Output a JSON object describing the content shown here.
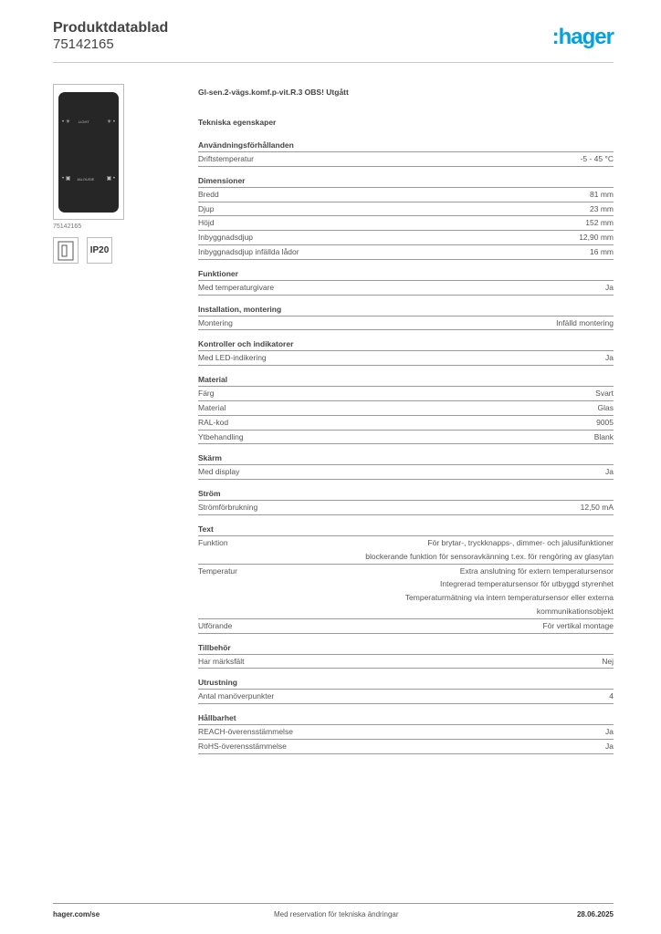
{
  "header": {
    "title": "Produktdatablad",
    "product_number": "75142165",
    "logo": "hager",
    "logo_color": "#00a3e0"
  },
  "image": {
    "caption": "75142165",
    "device_labels": [
      "LIGHT",
      "JALOUSIE"
    ],
    "icons": [
      {
        "name": "flush-mount-icon"
      },
      {
        "name": "ip-rating-icon",
        "label": "IP20"
      }
    ]
  },
  "product_name": "Gl-sen.2-vägs.komf.p-vit.R.3 OBS! Utgått",
  "tech_heading": "Tekniska egenskaper",
  "sections": [
    {
      "title": "Användningsförhållanden",
      "rows": [
        [
          "Driftstemperatur",
          "-5 - 45 °C"
        ]
      ]
    },
    {
      "title": "Dimensioner",
      "rows": [
        [
          "Bredd",
          "81 mm"
        ],
        [
          "Djup",
          "23 mm"
        ],
        [
          "Höjd",
          "152 mm"
        ],
        [
          "Inbyggnadsdjup",
          "12,90 mm"
        ],
        [
          "Inbyggnadsdjup infällda lådor",
          "16 mm"
        ]
      ]
    },
    {
      "title": "Funktioner",
      "rows": [
        [
          "Med temperaturgivare",
          "Ja"
        ]
      ]
    },
    {
      "title": "Installation, montering",
      "rows": [
        [
          "Montering",
          "Infälld montering"
        ]
      ]
    },
    {
      "title": "Kontroller och indikatorer",
      "rows": [
        [
          "Med LED-indikering",
          "Ja"
        ]
      ]
    },
    {
      "title": "Material",
      "rows": [
        [
          "Färg",
          "Svart"
        ],
        [
          "Material",
          "Glas"
        ],
        [
          "RAL-kod",
          "9005"
        ],
        [
          "Ytbehandling",
          "Blank"
        ]
      ]
    },
    {
      "title": "Skärm",
      "rows": [
        [
          "Med display",
          "Ja"
        ]
      ]
    },
    {
      "title": "Ström",
      "rows": [
        [
          "Strömförbrukning",
          "12,50 mA"
        ]
      ]
    },
    {
      "title": "Text",
      "rows": [
        [
          "Funktion",
          "För brytar-, tryckknapps-, dimmer- och jalusifunktioner\nblockerande funktion för sensoravkänning t.ex. för rengöring av glasytan"
        ],
        [
          "Temperatur",
          "Extra anslutning för extern temperatursensor\nIntegrerad temperatursensor för  utbyggd styrenhet\nTemperaturmätning via intern temperatursensor eller externa\nkommunikationsobjekt"
        ],
        [
          "Utförande",
          "För vertikal montage"
        ]
      ]
    },
    {
      "title": "Tillbehör",
      "rows": [
        [
          "Har märksfält",
          "Nej"
        ]
      ]
    },
    {
      "title": "Utrustning",
      "rows": [
        [
          "Antal manöverpunkter",
          "4"
        ]
      ]
    },
    {
      "title": "Hållbarhet",
      "rows": [
        [
          "REACH-överensstämmelse",
          "Ja"
        ],
        [
          "RoHS-överensstämmelse",
          "Ja"
        ]
      ]
    }
  ],
  "footer": {
    "website": "hager.com/se",
    "note": "Med reservation för tekniska ändringar",
    "date": "28.06.2025"
  }
}
